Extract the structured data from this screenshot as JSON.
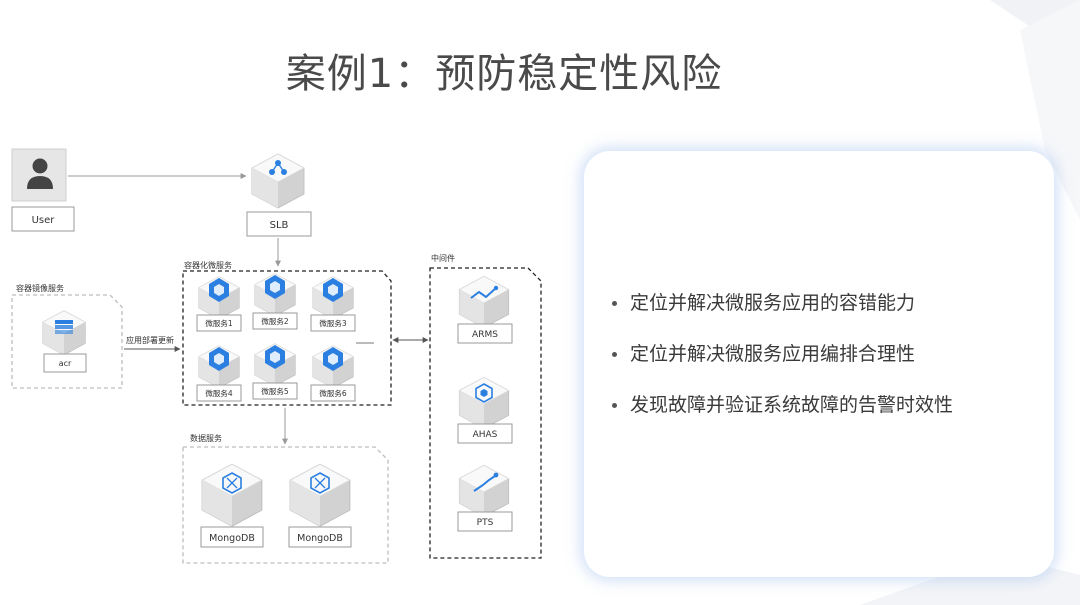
{
  "slide": {
    "title": "案例1：预防稳定性风险"
  },
  "diagram": {
    "user_label": "User",
    "slb_label": "SLB",
    "registry_group_label": "容器镜像服务",
    "acr_label": "acr",
    "deploy_edge_label": "应用部署更新",
    "microservice_group_label": "容器化微服务",
    "microservices": [
      "微服务1",
      "微服务2",
      "微服务3",
      "微服务4",
      "微服务5",
      "微服务6"
    ],
    "data_group_label": "数据服务",
    "databases": [
      "MongoDB",
      "MongoDB"
    ],
    "middleware_group_label": "中间件",
    "middleware": [
      "ARMS",
      "AHAS",
      "PTS"
    ]
  },
  "bullets": [
    "定位并解决微服务应用的容错能力",
    "定位并解决微服务应用编排合理性",
    "发现故障并验证系统故障的告警时效性"
  ],
  "colors": {
    "accent": "#2b7fe0",
    "title": "#4a4a4a",
    "card_glow": "#afc8f0"
  }
}
